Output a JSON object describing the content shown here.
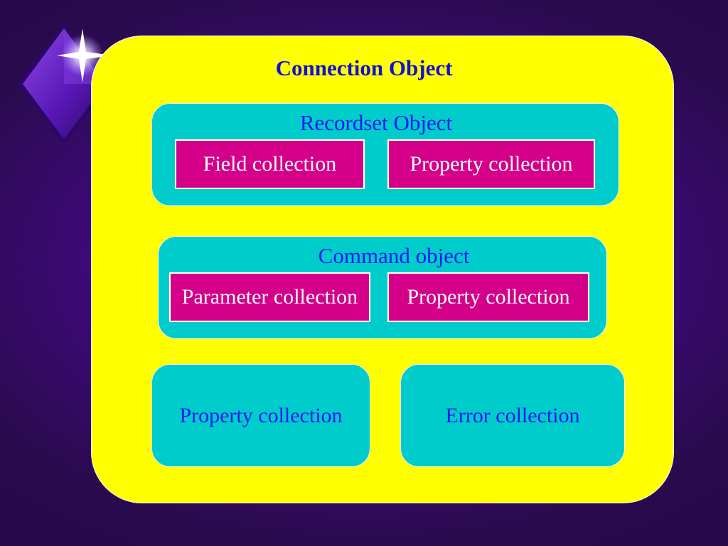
{
  "diagram": {
    "connection": {
      "title": "Connection Object"
    },
    "recordset": {
      "title": "Recordset Object",
      "items": [
        "Field collection",
        "Property collection"
      ]
    },
    "command": {
      "title": "Command object",
      "items": [
        "Parameter collection",
        "Property collection"
      ]
    },
    "bottom": {
      "property": "Property collection",
      "error": "Error collection"
    }
  },
  "colors": {
    "background": "#3d0a78",
    "connection_fill": "#ffff00",
    "object_fill": "#00cccc",
    "collection_fill": "#d4008a",
    "title_text": "#1010d8"
  },
  "icons": [
    "diamond-star-logo-icon"
  ]
}
